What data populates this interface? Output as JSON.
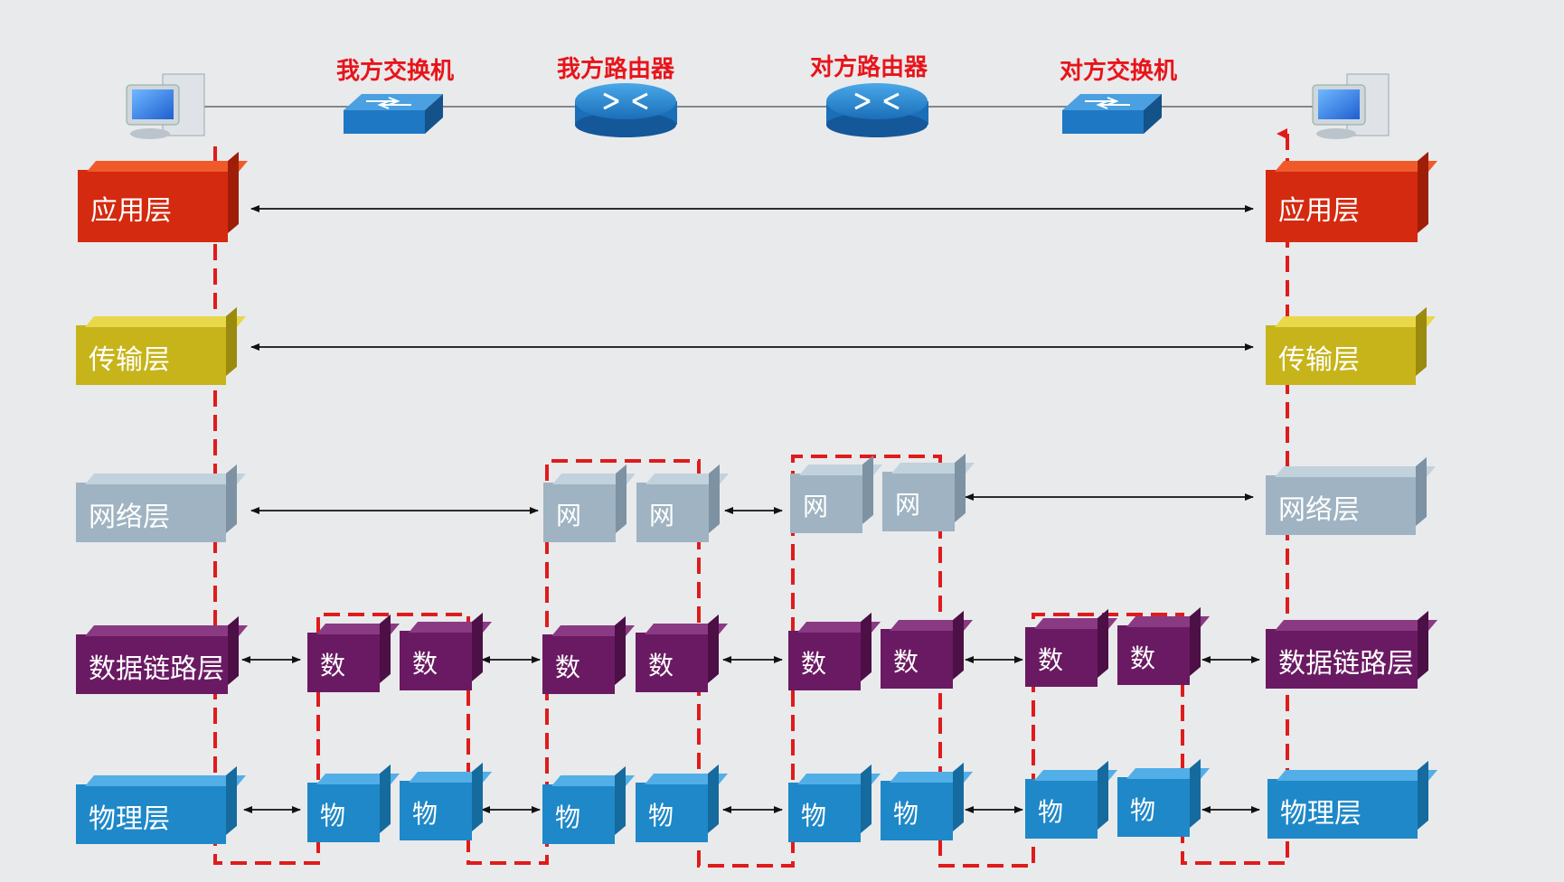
{
  "devices": {
    "my_switch": "我方交换机",
    "my_router": "我方路由器",
    "peer_router": "对方路由器",
    "peer_switch": "对方交换机"
  },
  "layers": {
    "application": "应用层",
    "transport": "传输层",
    "network": "网络层",
    "datalink": "数据链路层",
    "physical": "物理层"
  },
  "short": {
    "network": "网",
    "datalink": "数",
    "physical": "物"
  },
  "colors": {
    "application": "#d42a10",
    "transport": "#c9b81a",
    "network": "#9fb3c2",
    "datalink": "#6a1a62",
    "physical": "#1f88c8",
    "label": "#e8141a",
    "path": "#e01b1b"
  }
}
